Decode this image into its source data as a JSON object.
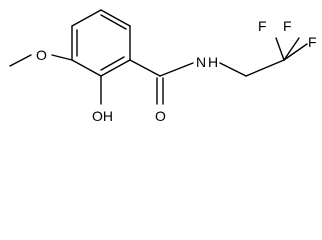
{
  "molecule": {
    "labels": {
      "oxygen_methoxy": "O",
      "hydroxyl": "OH",
      "carbonyl_oxygen": "O",
      "amide_nitrogen": "N",
      "amide_hydrogen": "H",
      "fluorine_top_left": "F",
      "fluorine_top_right": "F",
      "fluorine_right": "F"
    }
  }
}
